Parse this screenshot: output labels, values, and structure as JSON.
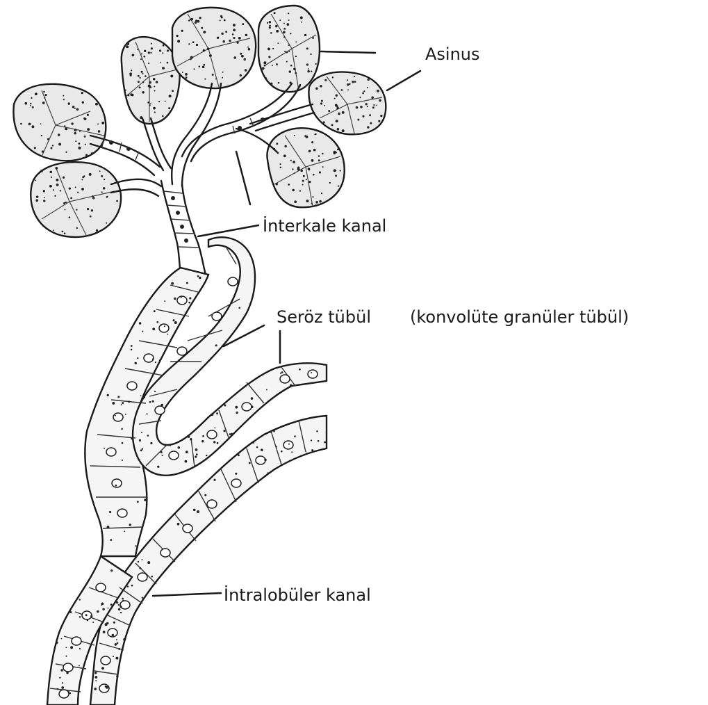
{
  "labels": {
    "asinus": "Asinus",
    "interkale": "İnterkale kanal",
    "seroz": "Seröz tübül",
    "seroz_paren": "(konvolüte granüler tübül)",
    "intralobuler": "İntralobüler kanal"
  }
}
